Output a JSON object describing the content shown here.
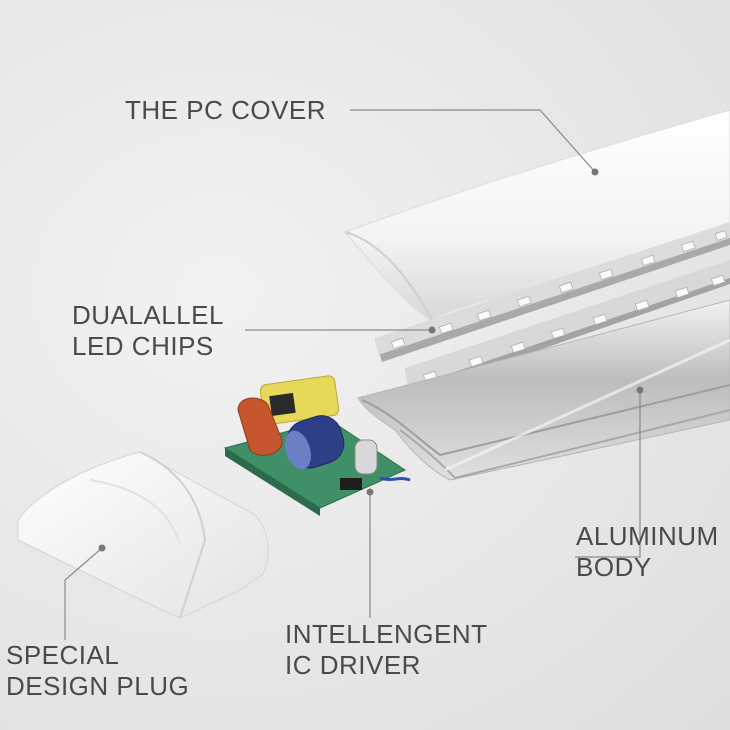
{
  "labels": {
    "pc_cover": "THE PC COVER",
    "led_chips_line1": "DUALALLEL",
    "led_chips_line2": "LED CHIPS",
    "aluminum_line1": "ALUMINUM",
    "aluminum_line2": "BODY",
    "driver_line1": "INTELLENGENT",
    "driver_line2": "IC DRIVER",
    "plug_line1": "SPECIAL",
    "plug_line2": "DESIGN PLUG"
  },
  "colors": {
    "text": "#4a4a4a",
    "leader": "#8a8a8a",
    "cover": "#f7f7f7",
    "aluminum": "#c9c9c9",
    "pcb": "#3f8f67",
    "capacitor": "#2d3f86",
    "capacitor_red": "#c5562e",
    "transformer": "#e8d85a"
  }
}
